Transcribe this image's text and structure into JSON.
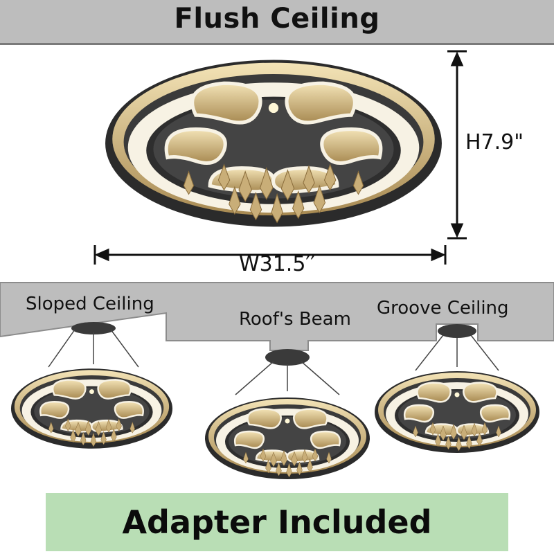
{
  "header": {
    "title": "Flush Ceiling"
  },
  "dimensions": {
    "height": "H7.9\"",
    "width": "W31.5′′"
  },
  "mount_types": {
    "sloped": "Sloped Ceiling",
    "beam": "Roof's Beam",
    "groove": "Groove Ceiling"
  },
  "footer": {
    "banner": "Adapter Included"
  },
  "colors": {
    "header_band": "#bdbdbd",
    "ceiling": "#bdbdbd",
    "footer_band": "#b9deb5",
    "metal": "#2b2b2b",
    "crystal": "#d9c08a"
  },
  "icons": [
    "chandelier-image",
    "ceiling-canopy-icon",
    "dimension-arrow-icon"
  ]
}
